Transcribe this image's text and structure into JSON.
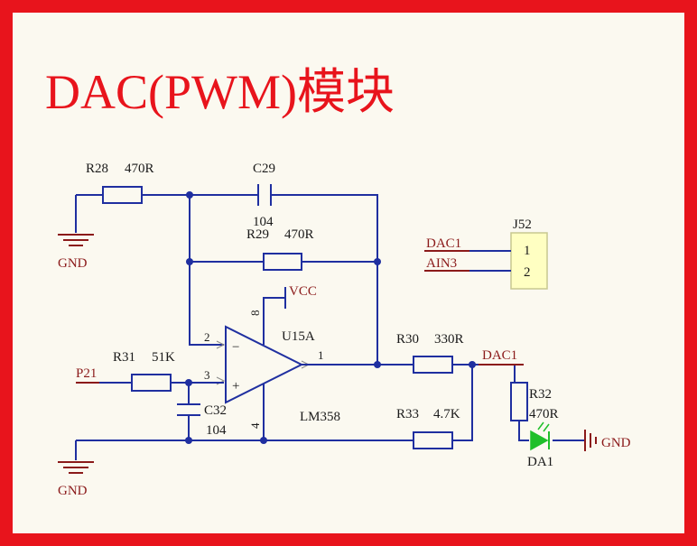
{
  "title": "DAC(PWM)模块",
  "components": {
    "r28": {
      "ref": "R28",
      "value": "470R"
    },
    "c29": {
      "ref": "C29",
      "value": "104"
    },
    "r29": {
      "ref": "R29",
      "value": "470R"
    },
    "u15a": {
      "ref": "U15A",
      "part": "LM358",
      "pin_minus": "2",
      "pin_plus": "3",
      "pin_out": "1",
      "pin_vcc": "8",
      "pin_gnd": "4",
      "sym_minus": "−",
      "sym_plus": "+"
    },
    "r30": {
      "ref": "R30",
      "value": "330R"
    },
    "r31": {
      "ref": "R31",
      "value": "51K"
    },
    "c32": {
      "ref": "C32",
      "value": "104"
    },
    "r33": {
      "ref": "R33",
      "value": "4.7K"
    },
    "r32": {
      "ref": "R32",
      "value": "470R"
    },
    "da1": {
      "ref": "DA1"
    },
    "j52": {
      "ref": "J52",
      "pin1": "1",
      "pin2": "2"
    }
  },
  "nets": {
    "gnd": "GND",
    "vcc": "VCC",
    "p21": "P21",
    "dac1": "DAC1",
    "ain3": "AIN3"
  },
  "colors": {
    "frame": "#e8141c",
    "background": "#fbf9f0",
    "wire": "#1f2fa0",
    "net_label": "#8b1a1a",
    "led": "#1fbf2a",
    "connector_fill": "#ffffc2"
  }
}
